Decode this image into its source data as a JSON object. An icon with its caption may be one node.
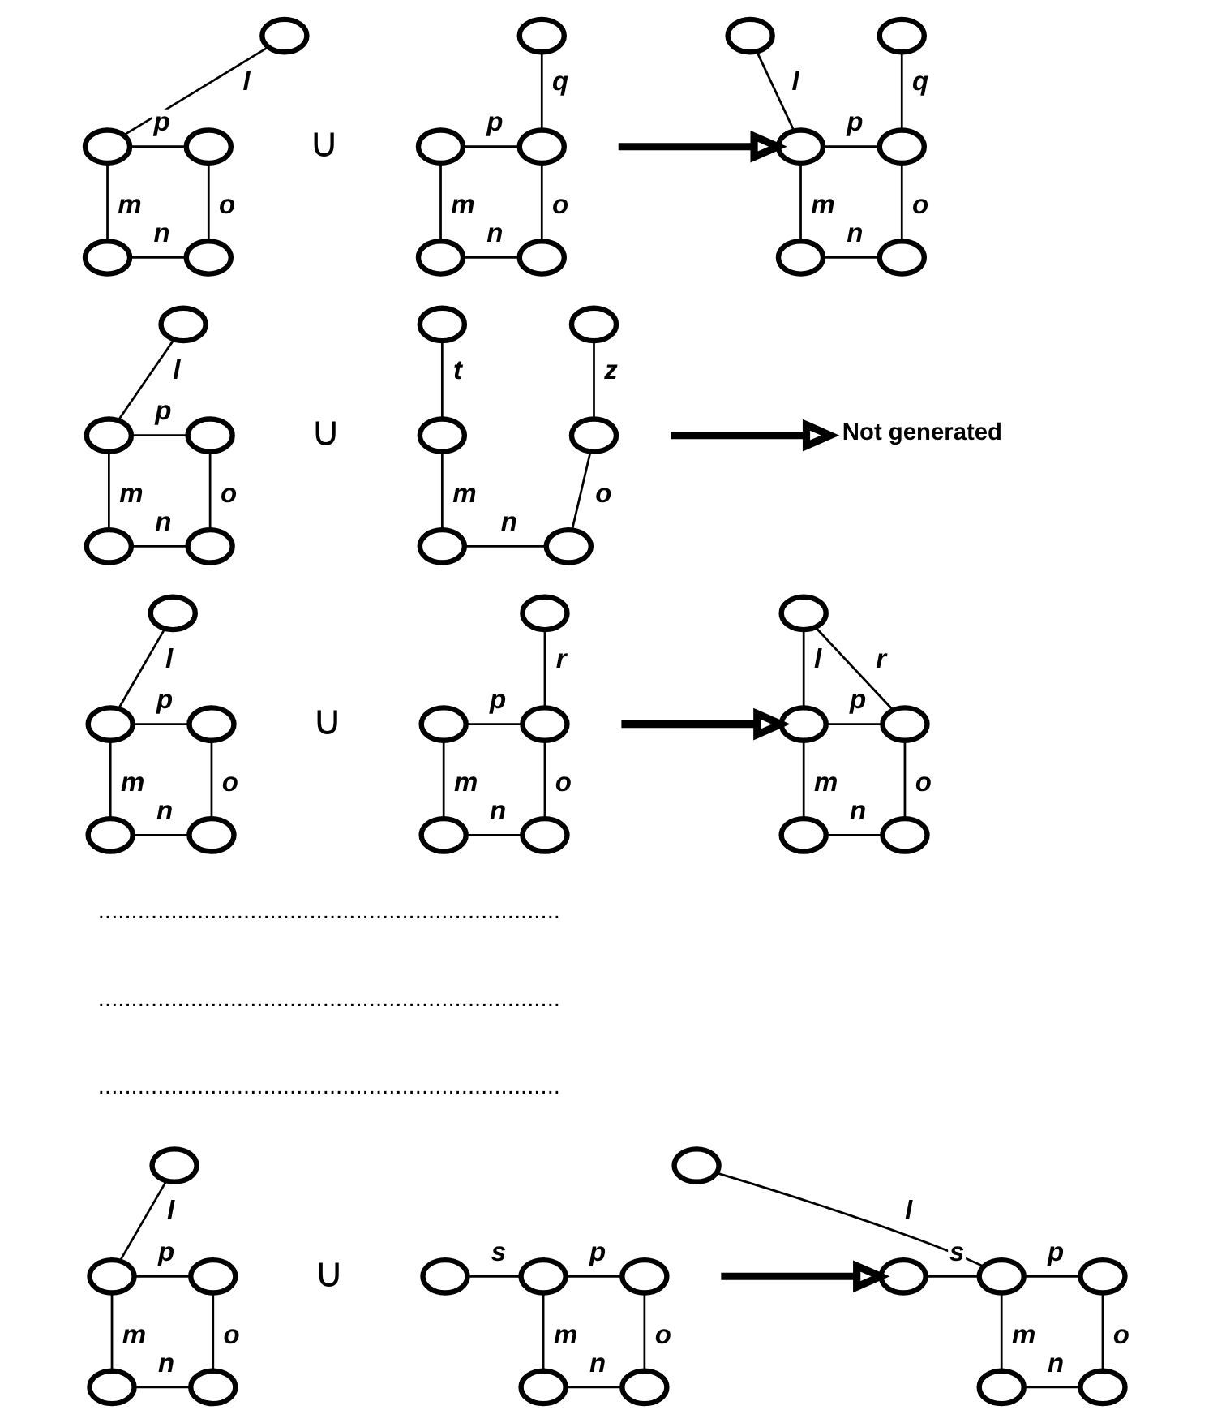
{
  "diagram": {
    "nodes": [
      {
        "text": [],
        "shape": "circle"
      },
      {
        "text": [],
        "shape": "circle"
      },
      {
        "text": [],
        "shape": "circle"
      },
      {
        "text": [],
        "shape": "circle"
      },
      {
        "text": [],
        "shape": "circle"
      },
      {
        "text": [],
        "shape": "circle"
      },
      {
        "text": [],
        "shape": "circle"
      },
      {
        "text": [],
        "shape": "circle"
      },
      {
        "text": [],
        "shape": "circle"
      },
      {
        "text": [],
        "shape": "circle"
      },
      {
        "text": [],
        "shape": "circle"
      },
      {
        "text": [],
        "shape": "circle"
      },
      {
        "text": [],
        "shape": "circle"
      },
      {
        "text": [],
        "shape": "circle"
      },
      {
        "text": [],
        "shape": "circle"
      },
      {
        "text": [],
        "shape": "circle"
      },
      {
        "text": [],
        "shape": "circle"
      },
      {
        "text": [],
        "shape": "circle"
      },
      {
        "text": [],
        "shape": "circle"
      },
      {
        "text": [],
        "shape": "circle"
      },
      {
        "text": [],
        "shape": "circle"
      },
      {
        "text": [],
        "shape": "circle"
      },
      {
        "text": [],
        "shape": "circle"
      },
      {
        "text": [],
        "shape": "circle"
      },
      {
        "text": [],
        "shape": "circle"
      },
      {
        "text": [],
        "shape": "circle"
      },
      {
        "text": [],
        "shape": "circle"
      },
      {
        "text": [
          "Not generated"
        ]
      },
      {
        "text": [],
        "shape": "circle"
      },
      {
        "text": [],
        "shape": "circle"
      },
      {
        "text": [],
        "shape": "circle"
      },
      {
        "text": [],
        "shape": "circle"
      },
      {
        "text": [],
        "shape": "circle"
      },
      {
        "text": [],
        "shape": "circle"
      },
      {
        "text": [],
        "shape": "circle"
      },
      {
        "text": [],
        "shape": "circle"
      },
      {
        "text": [],
        "shape": "circle"
      },
      {
        "text": [],
        "shape": "circle"
      },
      {
        "text": [],
        "shape": "circle"
      },
      {
        "text": [],
        "shape": "circle"
      },
      {
        "text": [],
        "shape": "circle"
      },
      {
        "text": [],
        "shape": "circle"
      },
      {
        "text": [],
        "shape": "circle"
      },
      {
        "text": [],
        "shape": "circle"
      },
      {
        "text": [],
        "shape": "circle"
      },
      {
        "text": [],
        "shape": "circle"
      },
      {
        "text": [],
        "shape": "circle"
      },
      {
        "text": [],
        "shape": "circle"
      },
      {
        "text": [],
        "shape": "circle"
      },
      {
        "text": [],
        "shape": "circle"
      },
      {
        "text": [],
        "shape": "circle"
      },
      {
        "text": [],
        "shape": "circle"
      },
      {
        "text": [],
        "shape": "circle"
      },
      {
        "text": [],
        "shape": "circle"
      },
      {
        "text": [],
        "shape": "circle"
      },
      {
        "text": [],
        "shape": "circle"
      },
      {
        "text": [],
        "shape": "circle"
      },
      {
        "text": [],
        "shape": "circle"
      },
      {
        "text": [],
        "shape": "circle"
      }
    ],
    "edges": [
      {
        "from": 0,
        "to": 1,
        "arrow": "none",
        "label": "l"
      },
      {
        "from": 1,
        "to": 2,
        "arrow": "none",
        "label": "p"
      },
      {
        "from": 1,
        "to": 3,
        "arrow": "none",
        "label": "m"
      },
      {
        "from": 2,
        "to": 4,
        "arrow": "none",
        "label": "o"
      },
      {
        "from": 3,
        "to": 4,
        "arrow": "none",
        "label": "n"
      },
      {
        "from": 6,
        "to": 7,
        "arrow": "none",
        "label": "p"
      },
      {
        "from": 5,
        "to": 7,
        "arrow": "none",
        "label": "q"
      },
      {
        "from": 6,
        "to": 8,
        "arrow": "none",
        "label": "m"
      },
      {
        "from": 7,
        "to": 9,
        "arrow": "none",
        "label": "o"
      },
      {
        "from": 8,
        "to": 9,
        "arrow": "none",
        "label": "n"
      },
      {
        "from": null,
        "to": 12,
        "arrow": "to",
        "style": "thick"
      },
      {
        "from": 10,
        "to": 12,
        "arrow": "none",
        "label": "l"
      },
      {
        "from": 11,
        "to": 13,
        "arrow": "none",
        "label": "q"
      },
      {
        "from": 12,
        "to": 13,
        "arrow": "none",
        "label": "p"
      },
      {
        "from": 12,
        "to": 14,
        "arrow": "none",
        "label": "m"
      },
      {
        "from": 13,
        "to": 15,
        "arrow": "none",
        "label": "o"
      },
      {
        "from": 14,
        "to": 15,
        "arrow": "none",
        "label": "n"
      },
      {
        "from": 16,
        "to": 17,
        "arrow": "none",
        "label": "l"
      },
      {
        "from": 17,
        "to": 18,
        "arrow": "none",
        "label": "p"
      },
      {
        "from": 17,
        "to": 19,
        "arrow": "none",
        "label": "m"
      },
      {
        "from": 18,
        "to": 20,
        "arrow": "none",
        "label": "o"
      },
      {
        "from": 19,
        "to": 20,
        "arrow": "none",
        "label": "n"
      },
      {
        "from": 21,
        "to": 23,
        "arrow": "none",
        "label": "t"
      },
      {
        "from": 22,
        "to": 24,
        "arrow": "none",
        "label": "z"
      },
      {
        "from": 23,
        "to": 25,
        "arrow": "none",
        "label": "m"
      },
      {
        "from": 24,
        "to": 26,
        "arrow": "none",
        "label": "o"
      },
      {
        "from": 25,
        "to": 26,
        "arrow": "none",
        "label": "n"
      },
      {
        "from": null,
        "to": 27,
        "arrow": "to",
        "style": "thick"
      },
      {
        "from": 28,
        "to": 29,
        "arrow": "none",
        "label": "l"
      },
      {
        "from": 29,
        "to": 30,
        "arrow": "none",
        "label": "p"
      },
      {
        "from": 29,
        "to": 31,
        "arrow": "none",
        "label": "m"
      },
      {
        "from": 30,
        "to": 32,
        "arrow": "none",
        "label": "o"
      },
      {
        "from": 31,
        "to": 32,
        "arrow": "none",
        "label": "n"
      },
      {
        "from": 33,
        "to": 35,
        "arrow": "none",
        "label": "r"
      },
      {
        "from": 34,
        "to": 35,
        "arrow": "none",
        "label": "p"
      },
      {
        "from": 34,
        "to": 36,
        "arrow": "none",
        "label": "m"
      },
      {
        "from": 35,
        "to": 37,
        "arrow": "none",
        "label": "o"
      },
      {
        "from": 36,
        "to": 37,
        "arrow": "none",
        "label": "n"
      },
      {
        "from": null,
        "to": 39,
        "arrow": "to",
        "style": "thick"
      },
      {
        "from": 38,
        "to": 39,
        "arrow": "none",
        "label": "l"
      },
      {
        "from": 38,
        "to": 40,
        "arrow": "none",
        "label": "r"
      },
      {
        "from": 39,
        "to": 40,
        "arrow": "none",
        "label": "p"
      },
      {
        "from": 39,
        "to": 41,
        "arrow": "none",
        "label": "m"
      },
      {
        "from": 40,
        "to": 42,
        "arrow": "none",
        "label": "o"
      },
      {
        "from": 41,
        "to": 42,
        "arrow": "none",
        "label": "n"
      },
      {
        "from": 43,
        "to": 44,
        "arrow": "none",
        "label": "l"
      },
      {
        "from": 44,
        "to": 45,
        "arrow": "none",
        "label": "p"
      },
      {
        "from": 44,
        "to": 46,
        "arrow": "none",
        "label": "m"
      },
      {
        "from": 45,
        "to": 47,
        "arrow": "none",
        "label": "o"
      },
      {
        "from": 46,
        "to": 47,
        "arrow": "none",
        "label": "n"
      },
      {
        "from": 48,
        "to": 49,
        "arrow": "none",
        "label": "s"
      },
      {
        "from": 49,
        "to": 50,
        "arrow": "none",
        "label": "p"
      },
      {
        "from": 49,
        "to": 51,
        "arrow": "none",
        "label": "m"
      },
      {
        "from": 50,
        "to": 52,
        "arrow": "none",
        "label": "o"
      },
      {
        "from": 51,
        "to": 52,
        "arrow": "none",
        "label": "n"
      },
      {
        "from": null,
        "to": 54,
        "arrow": "to",
        "style": "thick"
      },
      {
        "from": 53,
        "to": 55,
        "arrow": "none",
        "label": "l"
      },
      {
        "from": 54,
        "to": 55,
        "arrow": "none",
        "label": "s"
      },
      {
        "from": 55,
        "to": 56,
        "arrow": "none",
        "label": "p"
      },
      {
        "from": 55,
        "to": 57,
        "arrow": "none",
        "label": "m"
      },
      {
        "from": 56,
        "to": 58,
        "arrow": "none",
        "label": "o"
      },
      {
        "from": 57,
        "to": 58,
        "arrow": "none",
        "label": "n"
      }
    ],
    "labels": [
      "∪",
      "∪",
      "∪",
      "......................................................................",
      "......................................................................",
      "......................................................................",
      "∪"
    ]
  }
}
